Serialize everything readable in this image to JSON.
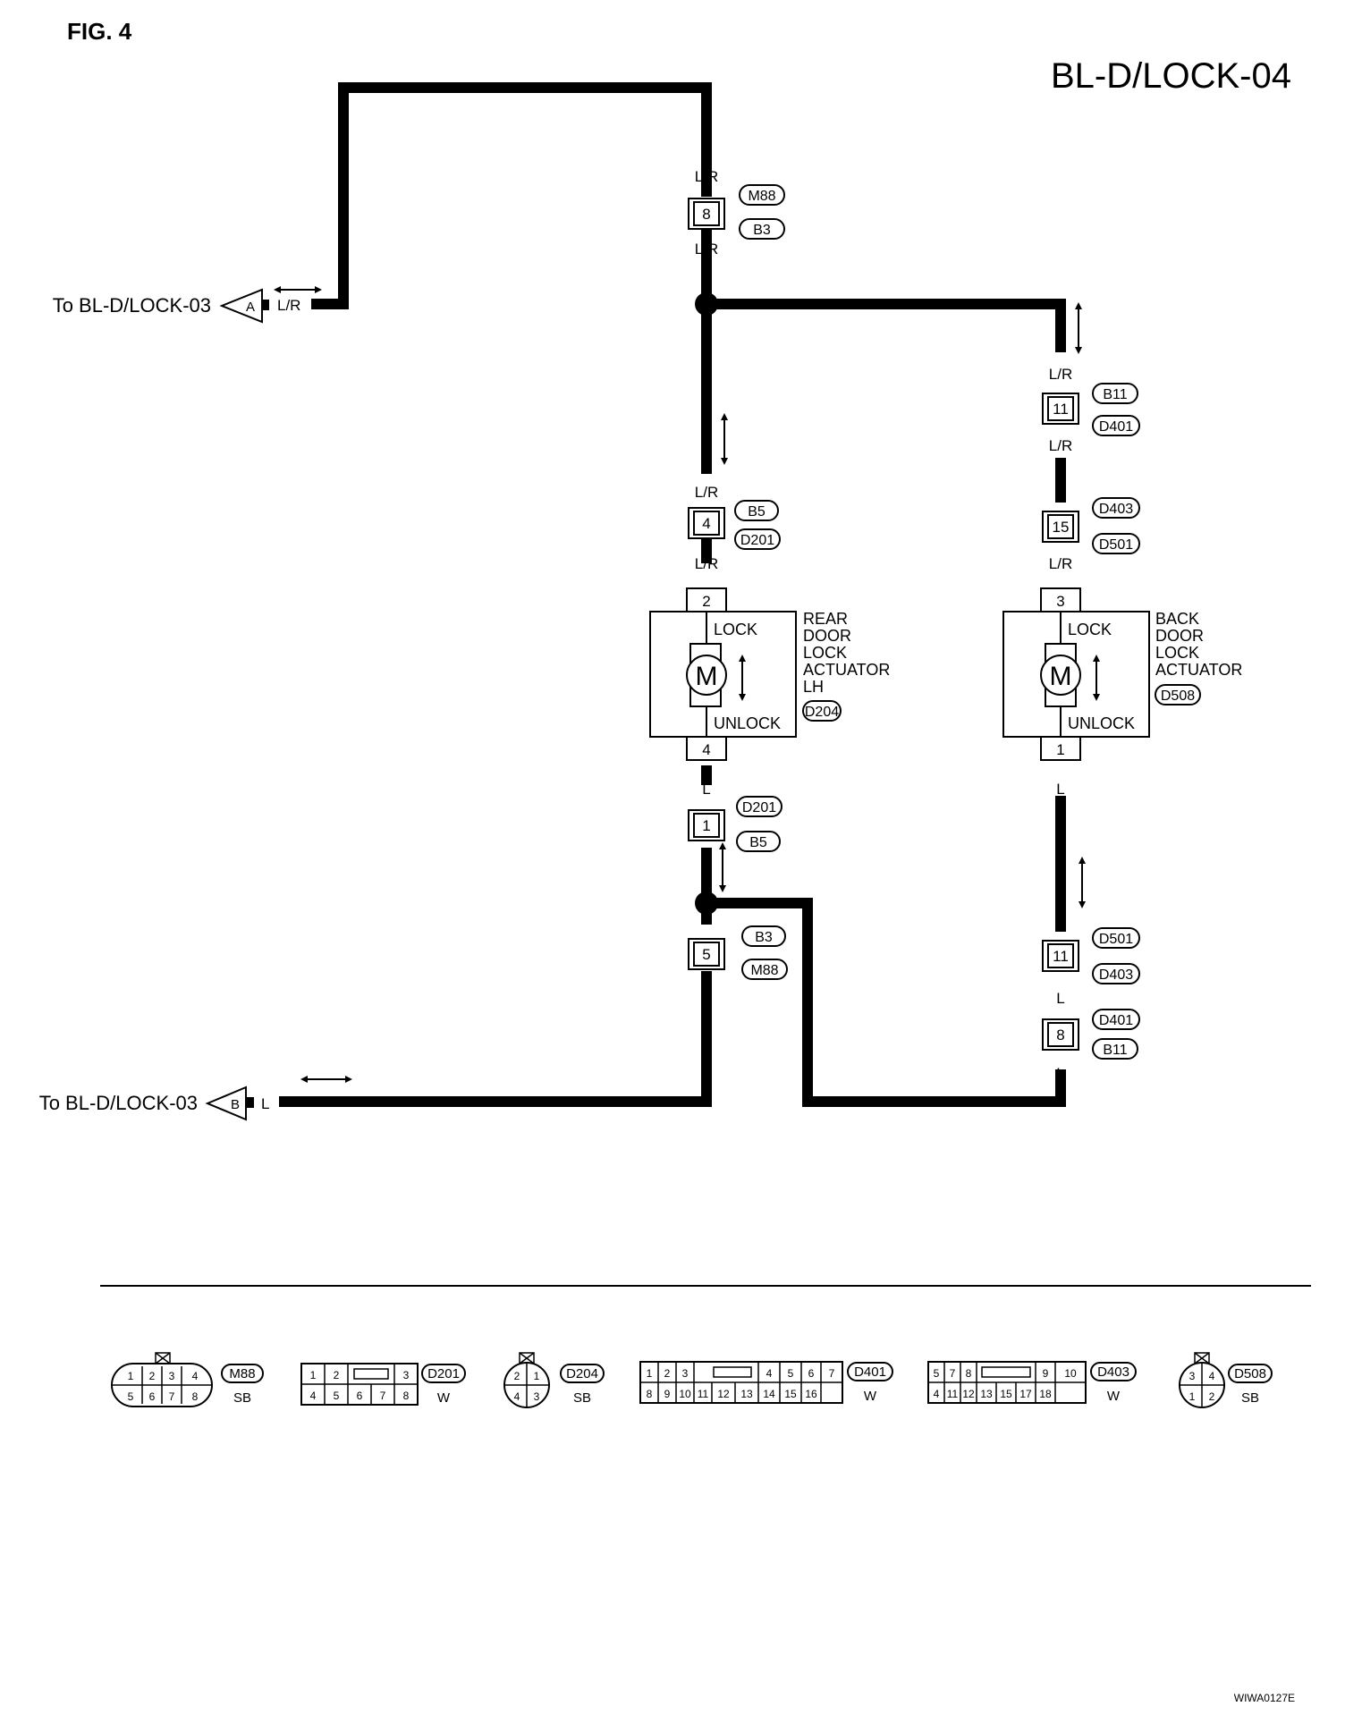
{
  "figure_label": "FIG. 4",
  "diagram_title": "BL-D/LOCK-04",
  "image_code": "WIWA0127E",
  "offpage": {
    "a": {
      "text": "To BL-D/LOCK-03",
      "letter": "A",
      "wire": "L/R"
    },
    "b": {
      "text": "To BL-D/LOCK-03",
      "letter": "B",
      "wire": "L"
    }
  },
  "wire_colors": {
    "lr": "L/R",
    "l": "L"
  },
  "connectors": {
    "m88": {
      "pin": "8",
      "top": "M88",
      "bottom": "B3"
    },
    "b5": {
      "pin": "4",
      "top": "B5",
      "bottom": "D201"
    },
    "d201": {
      "pin": "1",
      "top": "D201",
      "bottom": "B5"
    },
    "b3": {
      "pin": "5",
      "top": "B3",
      "bottom": "M88"
    },
    "b11": {
      "pin": "11",
      "top": "B11",
      "bottom": "D401"
    },
    "d403": {
      "pin": "15",
      "top": "D403",
      "bottom": "D501"
    },
    "d501": {
      "pin": "11",
      "top": "D501",
      "bottom": "D403"
    },
    "d401": {
      "pin": "8",
      "top": "D401",
      "bottom": "B11"
    }
  },
  "actuators": {
    "rear": {
      "pin_top": "2",
      "pin_bottom": "4",
      "lock": "LOCK",
      "unlock": "UNLOCK",
      "motor": "M",
      "name": [
        "REAR",
        "DOOR",
        "LOCK",
        "ACTUATOR",
        "LH"
      ],
      "code": "D204"
    },
    "back": {
      "pin_top": "3",
      "pin_bottom": "1",
      "lock": "LOCK",
      "unlock": "UNLOCK",
      "motor": "M",
      "name": [
        "BACK",
        "DOOR",
        "LOCK",
        "ACTUATOR"
      ],
      "code": "D508"
    }
  },
  "legend": {
    "m88": {
      "code": "M88",
      "color": "SB",
      "pins": [
        "1",
        "2",
        "3",
        "4",
        "5",
        "6",
        "7",
        "8"
      ]
    },
    "d201": {
      "code": "D201",
      "color": "W",
      "pins": [
        "1",
        "2",
        "3",
        "4",
        "5",
        "6",
        "7",
        "8"
      ]
    },
    "d204": {
      "code": "D204",
      "color": "SB",
      "pins": [
        "2",
        "1",
        "4",
        "3"
      ]
    },
    "d401": {
      "code": "D401",
      "color": "W",
      "pins": [
        "1",
        "2",
        "3",
        "4",
        "5",
        "6",
        "7",
        "8",
        "9",
        "10",
        "11",
        "12",
        "13",
        "14",
        "15",
        "16"
      ]
    },
    "d403": {
      "code": "D403",
      "color": "W",
      "pins": [
        "5",
        "7",
        "8",
        "9",
        "10",
        "4",
        "11",
        "12",
        "13",
        "15",
        "17",
        "18"
      ]
    },
    "d508": {
      "code": "D508",
      "color": "SB",
      "pins": [
        "3",
        "4",
        "1",
        "2"
      ]
    }
  }
}
